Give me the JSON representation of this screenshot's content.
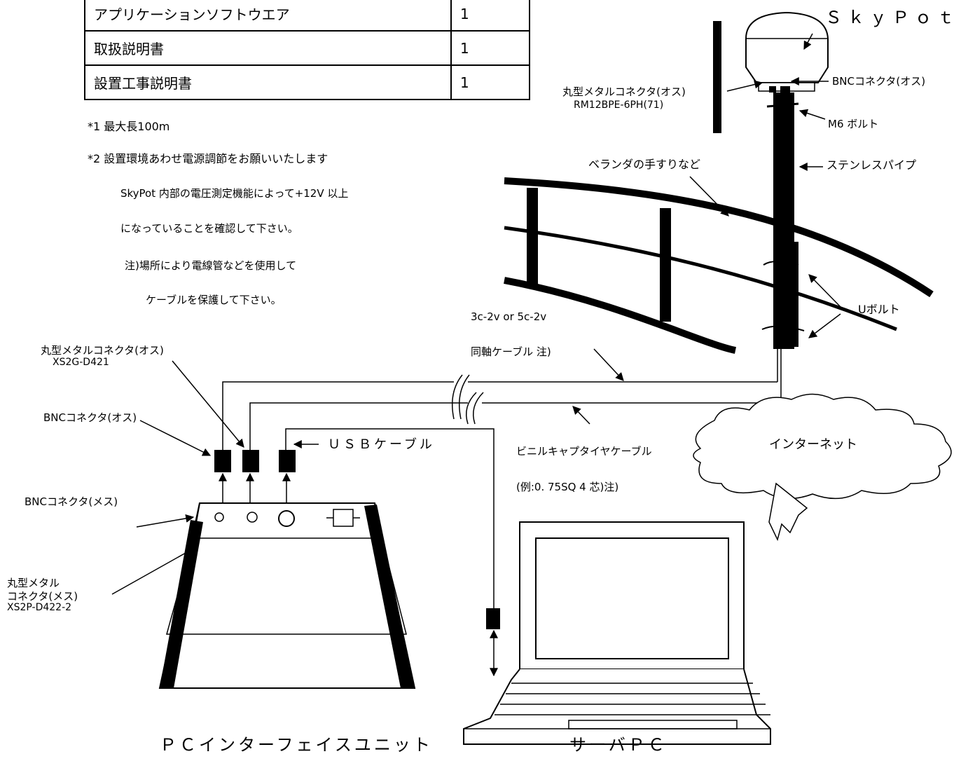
{
  "parts_table": {
    "rows": [
      {
        "name": "アプリケーションソフトウエア",
        "qty": "1"
      },
      {
        "name": "取扱説明書",
        "qty": "1"
      },
      {
        "name": "設置工事説明書",
        "qty": "1"
      }
    ]
  },
  "notes": {
    "note1": "*1  最大長100m",
    "note2": "*2  設置環境あわせ電源調節をお願いいたします",
    "note2_line2": "SkyPot 内部の電圧測定機能によって+12V 以上",
    "note2_line3": "になっていることを確認して下さい。",
    "caution_line1": "注)場所により電線管などを使用して",
    "caution_line2": "ケーブルを保護して下さい。"
  },
  "labels": {
    "skypot": "ＳｋｙＰｏｔ",
    "round_connector_male_top": "丸型メタルコネクタ(オス)",
    "round_connector_male_top_model": "RM12BPE-6PH(71)",
    "bnc_male_top": "BNCコネクタ(オス)",
    "m6_bolt": "M6 ボルト",
    "veranda": "ベランダの手すりなど",
    "stainless_pipe": "ステンレスパイプ",
    "u_bolt": "Uボルト",
    "coax_spec": "3c-2v or 5c-2v",
    "coax_cable": "同軸ケーブル 注)",
    "round_connector_male_left": "丸型メタルコネクタ(オス)",
    "round_connector_male_left_model": "XS2G-D421",
    "bnc_male_left": "BNCコネクタ(オス)",
    "usb_cable": "ＵＳＢケーブル",
    "vinyl_cable": "ビニルキャプタイヤケーブル",
    "vinyl_cable_spec": "(例:0. 75SQ  4 芯)注)",
    "internet": "インターネット",
    "bnc_female": "BNCコネクタ(メス)",
    "round_connector_female_1": "丸型メタル",
    "round_connector_female_2": "コネクタ(メス)",
    "round_connector_female_model": "XS2P-D422-2",
    "pc_interface_unit": "ＰＣインターフェイスユニット",
    "server_pc": "サーバＰＣ"
  }
}
